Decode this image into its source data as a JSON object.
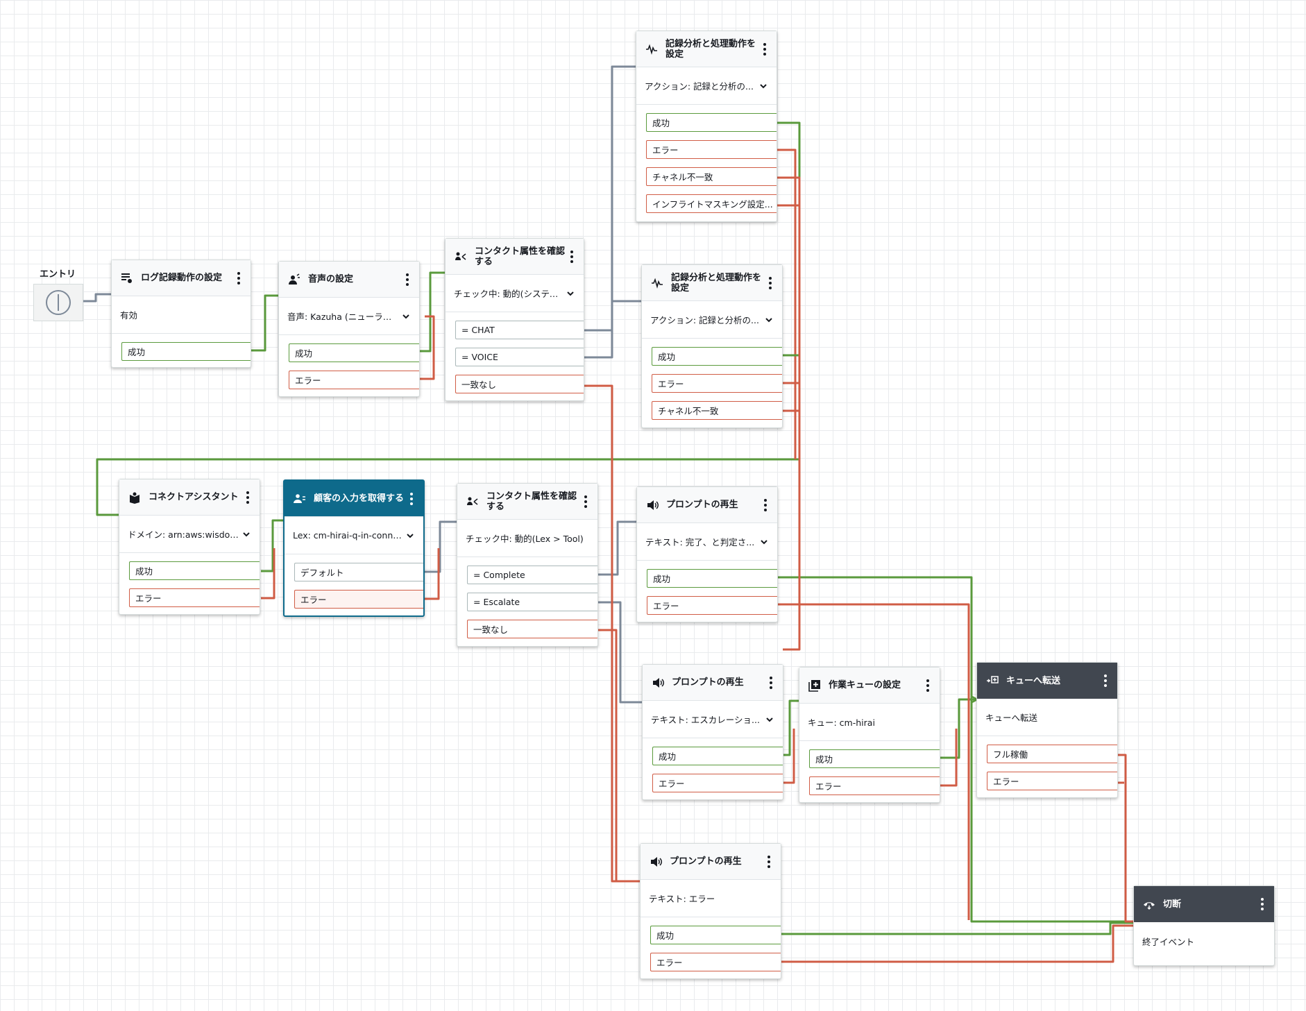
{
  "entry": {
    "label": "エントリ"
  },
  "blocks": {
    "log": {
      "title": "ログ記録動作の設定",
      "param": "有効",
      "branches": [
        "成功"
      ]
    },
    "voice": {
      "title": "音声の設定",
      "param": "音声: Kazuha (ニューラル:...",
      "branches": [
        "成功",
        "エラー"
      ]
    },
    "check1": {
      "title": "コンタクト属性を確認する",
      "param": "チェック中: 動的(システム...",
      "branches": [
        "= CHAT",
        "= VOICE",
        "一致なし"
      ]
    },
    "rec1": {
      "title": "記録分析と処理動作を設定",
      "param": "アクション: 記録と分析の...",
      "branches": [
        "成功",
        "エラー",
        "チャネル不一致",
        "インフライトマスキング設定..."
      ]
    },
    "rec2": {
      "title": "記録分析と処理動作を設定",
      "param": "アクション: 記録と分析の...",
      "branches": [
        "成功",
        "エラー",
        "チャネル不一致"
      ]
    },
    "assistant": {
      "title": "コネクトアシスタント",
      "param": "ドメイン: arn:aws:wisdom...",
      "branches": [
        "成功",
        "エラー"
      ]
    },
    "input": {
      "title": "顧客の入力を取得する",
      "param": "Lex: cm-hirai-q-in-connec...",
      "branches": [
        "デフォルト",
        "エラー"
      ]
    },
    "check2": {
      "title": "コンタクト属性を確認する",
      "param": "チェック中: 動的(Lex > Tool)",
      "branches": [
        "= Complete",
        "= Escalate",
        "一致なし"
      ]
    },
    "prompt1": {
      "title": "プロンプトの再生",
      "param": "テキスト: 完了、と判定さ...",
      "branches": [
        "成功",
        "エラー"
      ]
    },
    "prompt2": {
      "title": "プロンプトの再生",
      "param": "テキスト: エスカレーショ...",
      "branches": [
        "成功",
        "エラー"
      ]
    },
    "queue": {
      "title": "作業キューの設定",
      "param": "キュー: cm-hirai",
      "branches": [
        "成功",
        "エラー"
      ]
    },
    "transfer": {
      "title": "キューへ転送",
      "param": "キューへ転送",
      "branches": [
        "フル稼働",
        "エラー"
      ]
    },
    "prompt3": {
      "title": "プロンプトの再生",
      "param": "テキスト: エラー",
      "branches": [
        "成功",
        "エラー"
      ]
    },
    "disconnect": {
      "title": "切断",
      "param": "終了イベント",
      "branches": []
    }
  },
  "colors": {
    "success": "#5a9a3c",
    "error": "#d05c45",
    "neutral": "#7d8998",
    "teal": "#0e6a8b",
    "dark": "#414750"
  }
}
